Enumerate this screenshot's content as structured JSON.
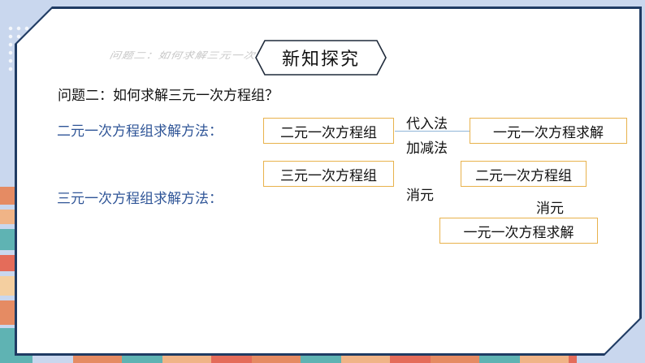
{
  "ghost_title": "问题二：如何求解三元一次方程组？",
  "banner": {
    "title": "新知探究"
  },
  "question": "问题二：如何求解三元一次方程组？",
  "methods": {
    "two_var_label": "二元一次方程组求解方法：",
    "three_var_label": "三元一次方程组求解方法："
  },
  "flow": {
    "two_var_system": "二元一次方程组",
    "one_var_solve_1": "一元一次方程求解",
    "substitution": "代入法",
    "addition_subtraction": "加减法",
    "three_var_system": "三元一次方程组",
    "elimination_1": "消元",
    "two_var_system_2": "二元一次方程组",
    "elimination_2": "消元",
    "one_var_solve_2": "一元一次方程求解"
  },
  "colors": {
    "accent_box_border": "#e8b24c",
    "heading_blue": "#2f5597",
    "frame_navy": "#1f3b63"
  }
}
